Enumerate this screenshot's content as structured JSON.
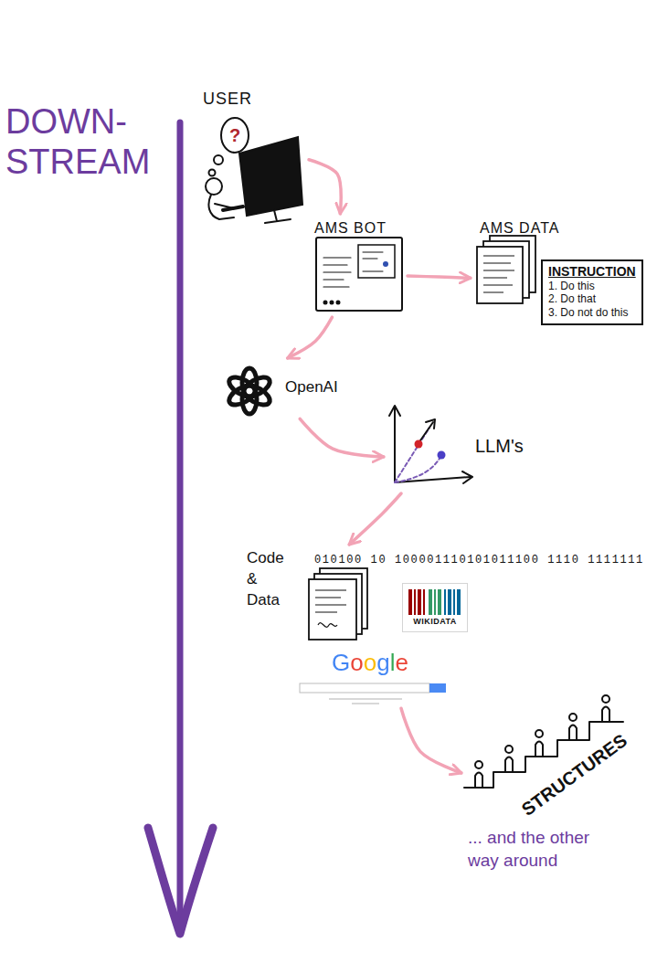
{
  "diagram": {
    "nodes": [
      {
        "text": [
          "USER"
        ]
      },
      {
        "text": [
          "AMS BOT"
        ]
      },
      {
        "text": [
          "AMS DATA"
        ]
      },
      {
        "text": [
          "INSTRUCTION",
          "1. Do this",
          "2. Do that",
          "3. Do not do this"
        ]
      },
      {
        "text": [
          "OpenAI"
        ]
      },
      {
        "text": [
          "LLM's"
        ]
      },
      {
        "text": [
          "Code & Data"
        ]
      },
      {
        "text": [
          "WIKIDATA"
        ]
      },
      {
        "text": [
          "Google"
        ]
      },
      {
        "text": [
          "STRUCTURES"
        ]
      }
    ],
    "edges": [
      {
        "from": 0,
        "to": 1,
        "arrow": "to"
      },
      {
        "from": 1,
        "to": 2,
        "arrow": "to"
      },
      {
        "from": 1,
        "to": 4,
        "arrow": "to"
      },
      {
        "from": 4,
        "to": 5,
        "arrow": "to"
      },
      {
        "from": 5,
        "to": 6,
        "arrow": "to"
      },
      {
        "from": 8,
        "to": 9,
        "arrow": "to"
      }
    ],
    "labels": [
      "DOWN- STREAM",
      "?",
      "010100 10 100001110101011100 1110 1111111",
      "... and the other way around"
    ]
  }
}
